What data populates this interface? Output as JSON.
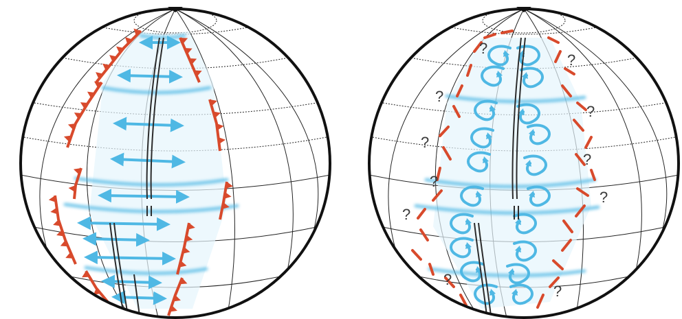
{
  "figure": {
    "colors": {
      "sphere_outline": "#111111",
      "grid": "#222222",
      "ridge": "#2b2b2b",
      "subduction": "#d84a2c",
      "flow": "#4fb8e4",
      "question": "#3a3a3a"
    },
    "left_panel": {
      "label": "",
      "features": [
        "spreading-ridge",
        "subduction-zones",
        "plate-motion-arrows"
      ]
    },
    "right_panel": {
      "label": "",
      "features": [
        "spreading-ridge",
        "uncertain-margins",
        "circulation-loops"
      ],
      "question_mark": "?"
    }
  }
}
